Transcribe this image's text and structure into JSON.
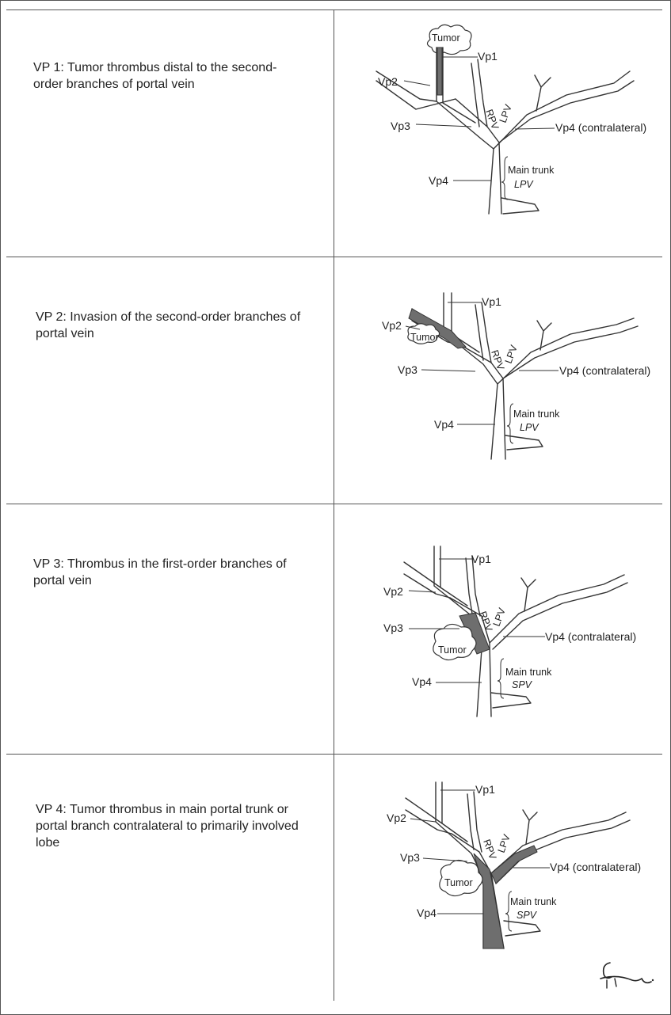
{
  "rows": [
    {
      "description": "VP 1: Tumor thrombus distal to the second-order branches of portal vein",
      "labels": {
        "tumor": "Tumor",
        "vp1": "Vp1",
        "vp2": "Vp2",
        "vp3": "Vp3",
        "vp4": "Vp4",
        "vp4_contra": "Vp4 (contralateral)",
        "rpv": "RPV",
        "lpv": "LPV",
        "main_trunk": "Main trunk",
        "bottom_branch": "LPV"
      }
    },
    {
      "description": "VP 2: Invasion of the second-order branches of portal vein",
      "labels": {
        "tumor": "Tumor",
        "vp1": "Vp1",
        "vp2": "Vp2",
        "vp3": "Vp3",
        "vp4": "Vp4",
        "vp4_contra": "Vp4 (contralateral)",
        "rpv": "RPV",
        "lpv": "LPV",
        "main_trunk": "Main trunk",
        "bottom_branch": "LPV"
      }
    },
    {
      "description": "VP 3: Thrombus in the first-order branches of portal vein",
      "labels": {
        "tumor": "Tumor",
        "vp1": "Vp1",
        "vp2": "Vp2",
        "vp3": "Vp3",
        "vp4": "Vp4",
        "vp4_contra": "Vp4 (contralateral)",
        "rpv": "RPV",
        "lpv": "LPV",
        "main_trunk": "Main trunk",
        "bottom_branch": "SPV"
      }
    },
    {
      "description": "VP 4: Tumor thrombus in main portal trunk or portal branch contralateral to primarily involved lobe",
      "labels": {
        "tumor": "Tumor",
        "vp1": "Vp1",
        "vp2": "Vp2",
        "vp3": "Vp3",
        "vp4": "Vp4",
        "vp4_contra": "Vp4 (contralateral)",
        "rpv": "RPV",
        "lpv": "LPV",
        "main_trunk": "Main trunk",
        "bottom_branch": "SPV"
      }
    }
  ],
  "colors": {
    "thrombus": "#6e6e6e",
    "line": "#333333"
  }
}
